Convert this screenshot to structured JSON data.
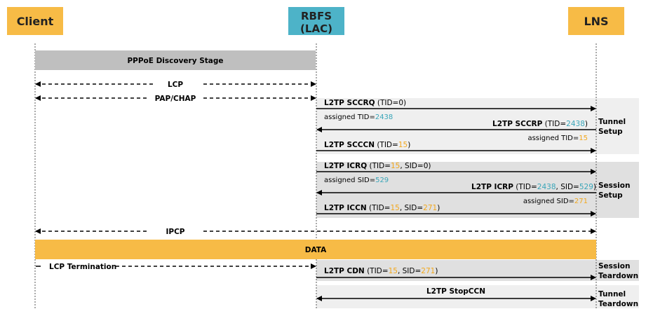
{
  "colors": {
    "client_fill": "#f7bb46",
    "rbfs_fill": "#4db3c8",
    "lns_fill": "#f7bb46",
    "discovery_fill": "#bfbfbf",
    "data_fill": "#f7bb46",
    "band_light": "#efefef",
    "band_dark": "#e0e0e0",
    "tid_blue": "#3aa6b9",
    "tid_orange": "#f2a81d",
    "line": "#000000"
  },
  "participants": {
    "client": "Client",
    "rbfs_line1": "RBFS",
    "rbfs_line2": "(LAC)",
    "lns": "LNS"
  },
  "stages": {
    "discovery": "PPPoE Discovery Stage",
    "data": "DATA"
  },
  "client_msgs": {
    "lcp": "LCP",
    "papchap": "PAP/CHAP",
    "ipcp": "IPCP",
    "lcp_term": "LCP Termination"
  },
  "tunnel_setup": {
    "label_line1": "Tunnel",
    "label_line2": "Setup",
    "sccrq_name": "L2TP SCCRQ",
    "sccrq_pre": "(TID=",
    "sccrq_val": "0",
    "sccrq_post": ")",
    "assigned_pre": "assigned TID=",
    "assigned_val": "2438",
    "sccrp_name": "L2TP SCCRP",
    "sccrp_pre": "(TID=",
    "sccrp_val": "2438",
    "sccrp_post": ")",
    "assigned2_pre": "assigned TID=",
    "assigned2_val": "15",
    "scccn_name": "L2TP SCCCN",
    "scccn_pre": "(TID=",
    "scccn_val": "15",
    "scccn_post": ")"
  },
  "session_setup": {
    "label_line1": "Session",
    "label_line2": "Setup",
    "icrq_name": "L2TP ICRQ",
    "icrq_pre": "(TID=",
    "icrq_tid": "15",
    "icrq_mid": ", SID=",
    "icrq_sid": "0",
    "icrq_post": ")",
    "assigned_pre": "assigned SID=",
    "assigned_val": "529",
    "icrp_name": "L2TP ICRP",
    "icrp_pre": "(TID=",
    "icrp_tid": "2438",
    "icrp_mid": ", SID=",
    "icrp_sid": "529",
    "icrp_post": ")",
    "assigned2_pre": "assigned SID=",
    "assigned2_val": "271",
    "iccn_name": "L2TP ICCN",
    "iccn_pre": "(TID=",
    "iccn_tid": "15",
    "iccn_mid": ", SID=",
    "iccn_sid": "271",
    "iccn_post": ")"
  },
  "session_teardown": {
    "label_line1": "Session",
    "label_line2": "Teardown",
    "cdn_name": "L2TP CDN",
    "cdn_pre": "(TID=",
    "cdn_tid": "15",
    "cdn_mid": ", SID=",
    "cdn_sid": "271",
    "cdn_post": ")"
  },
  "tunnel_teardown": {
    "label_line1": "Tunnel",
    "label_line2": "Teardown",
    "stopccn": "L2TP StopCCN"
  }
}
